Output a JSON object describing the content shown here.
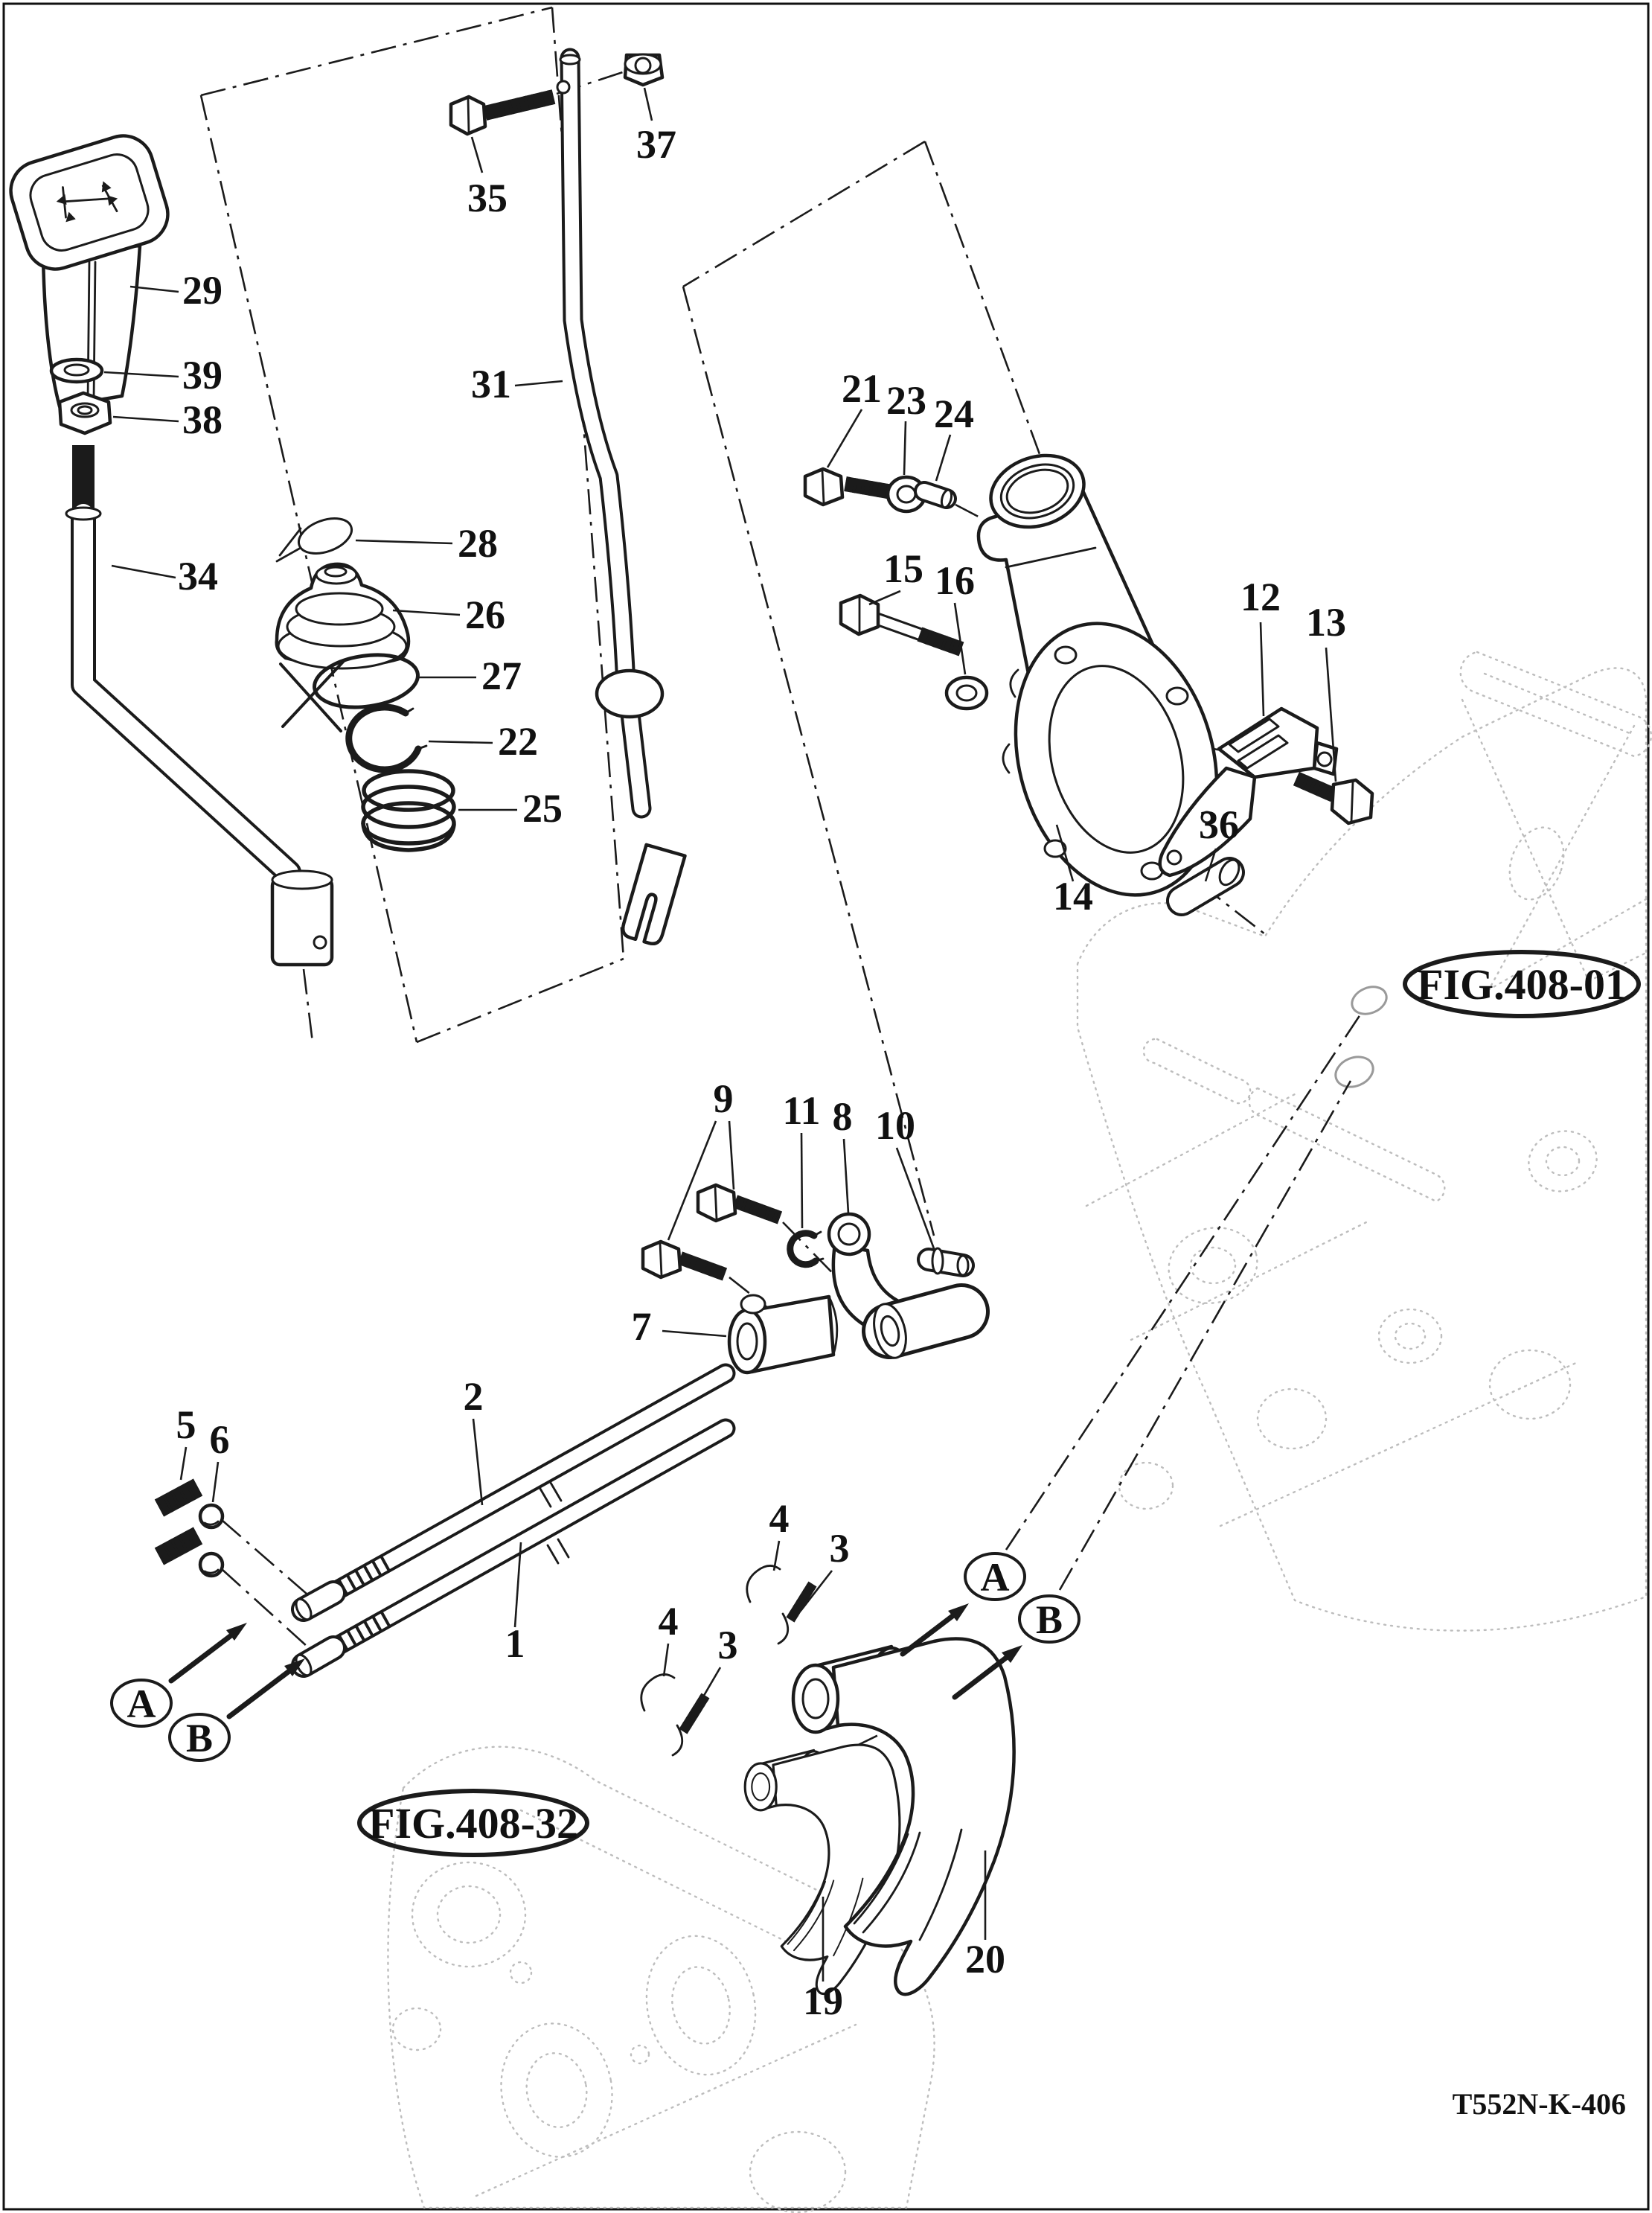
{
  "page": {
    "part_code": "T552N-K-406",
    "figure_refs": {
      "fig1": "FIG.408-01",
      "fig2": "FIG.408-32"
    },
    "view_labels": {
      "a": "A",
      "b": "B"
    },
    "callouts": {
      "n1": "1",
      "n2": "2",
      "n3": "3",
      "n4": "4",
      "n5": "5",
      "n6": "6",
      "n7": "7",
      "n8": "8",
      "n9": "9",
      "n10": "10",
      "n11": "11",
      "n12": "12",
      "n13": "13",
      "n14": "14",
      "n15": "15",
      "n16": "16",
      "n19": "19",
      "n20": "20",
      "n21": "21",
      "n22": "22",
      "n23": "23",
      "n24": "24",
      "n25": "25",
      "n26": "26",
      "n27": "27",
      "n28": "28",
      "n29": "29",
      "n31": "31",
      "n34": "34",
      "n35": "35",
      "n36": "36",
      "n37": "37",
      "n38": "38",
      "n39": "39"
    }
  }
}
